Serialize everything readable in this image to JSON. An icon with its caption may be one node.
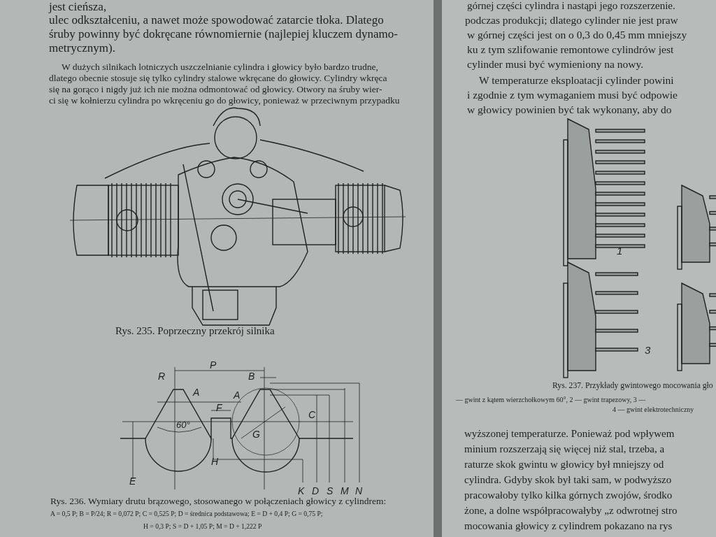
{
  "diagram": {
    "labels": [
      "jest cieńsza,",
      "ulec odkształceniu, a nawet może spowodować zatarcie tłoka. Dlatego",
      "śruby powinny być dokręcane równomiernie (najlepiej kluczem dynamo-",
      "metrycznym).",
      "W dużych silnikach lotniczych uszczelnianie cylindra i głowicy było bardzo trudne,",
      "dlatego obecnie stosuje się tylko cylindry stalowe wkręcane do głowicy. Cylindry wkręca",
      "się na gorąco i nigdy już ich nie można odmontować od głowicy. Otwory na śruby wier-",
      "ci się w kołnierzu cylindra po wkręceniu go do głowicy, ponieważ w przeciwnym przypadku",
      "Rys. 235. Poprzeczny przekrój silnika",
      "P",
      "R",
      "B",
      "A",
      "A",
      "F",
      "60°",
      "C",
      "G",
      "H",
      "E",
      "K",
      "D",
      "S",
      "M",
      "N",
      "Rys. 236. Wymiary drutu brązowego, stosowanego w połączeniach głowicy z cylindrem:",
      "A = 0,5 P; B = P/24; R = 0,072 P; C = 0,525 P; D = średnica podstawowa; E = D + 0,4 P; G = 0,75 P;",
      "H = 0,3 P; S = D + 1,05 P; M = D + 1,222 P",
      "górnej części cylindra i nastąpi jego rozszerzenie.",
      "podczas produkcji; dlatego cylinder nie jest praw",
      "w górnej części jest on o 0,3 do 0,45 mm mniejszy",
      "ku z tym szlifowanie remontowe cylindrów jest",
      "cylinder musi być wymieniony na nowy.",
      "W temperaturze eksploatacji cylinder powini",
      "i zgodnie z tym wymaganiem musi być odpowie",
      "w głowicy powinien być tak wykonany, aby do",
      "1",
      "3",
      "Rys. 237. Przykłady gwintowego mocowania gło",
      "— gwint z kątem wierzchołkowym 60°, 2 — gwint trapezowy, 3 —",
      "4 — gwint elektrotechniczny",
      "wyższonej temperaturze. Ponieważ pod wpływem",
      "minium rozszerzają się więcej niż stal, trzeba, a",
      "raturze skok gwintu w głowicy był mniejszy od",
      "cylindra. Gdyby skok był taki sam, w podwyższo",
      "pracowałoby tylko kilka górnych zwojów, środko",
      "żone, a dolne współpracowałyby „z odwrotnej stro",
      "mocowania głowicy z cylindrem pokazano na rys"
    ]
  }
}
